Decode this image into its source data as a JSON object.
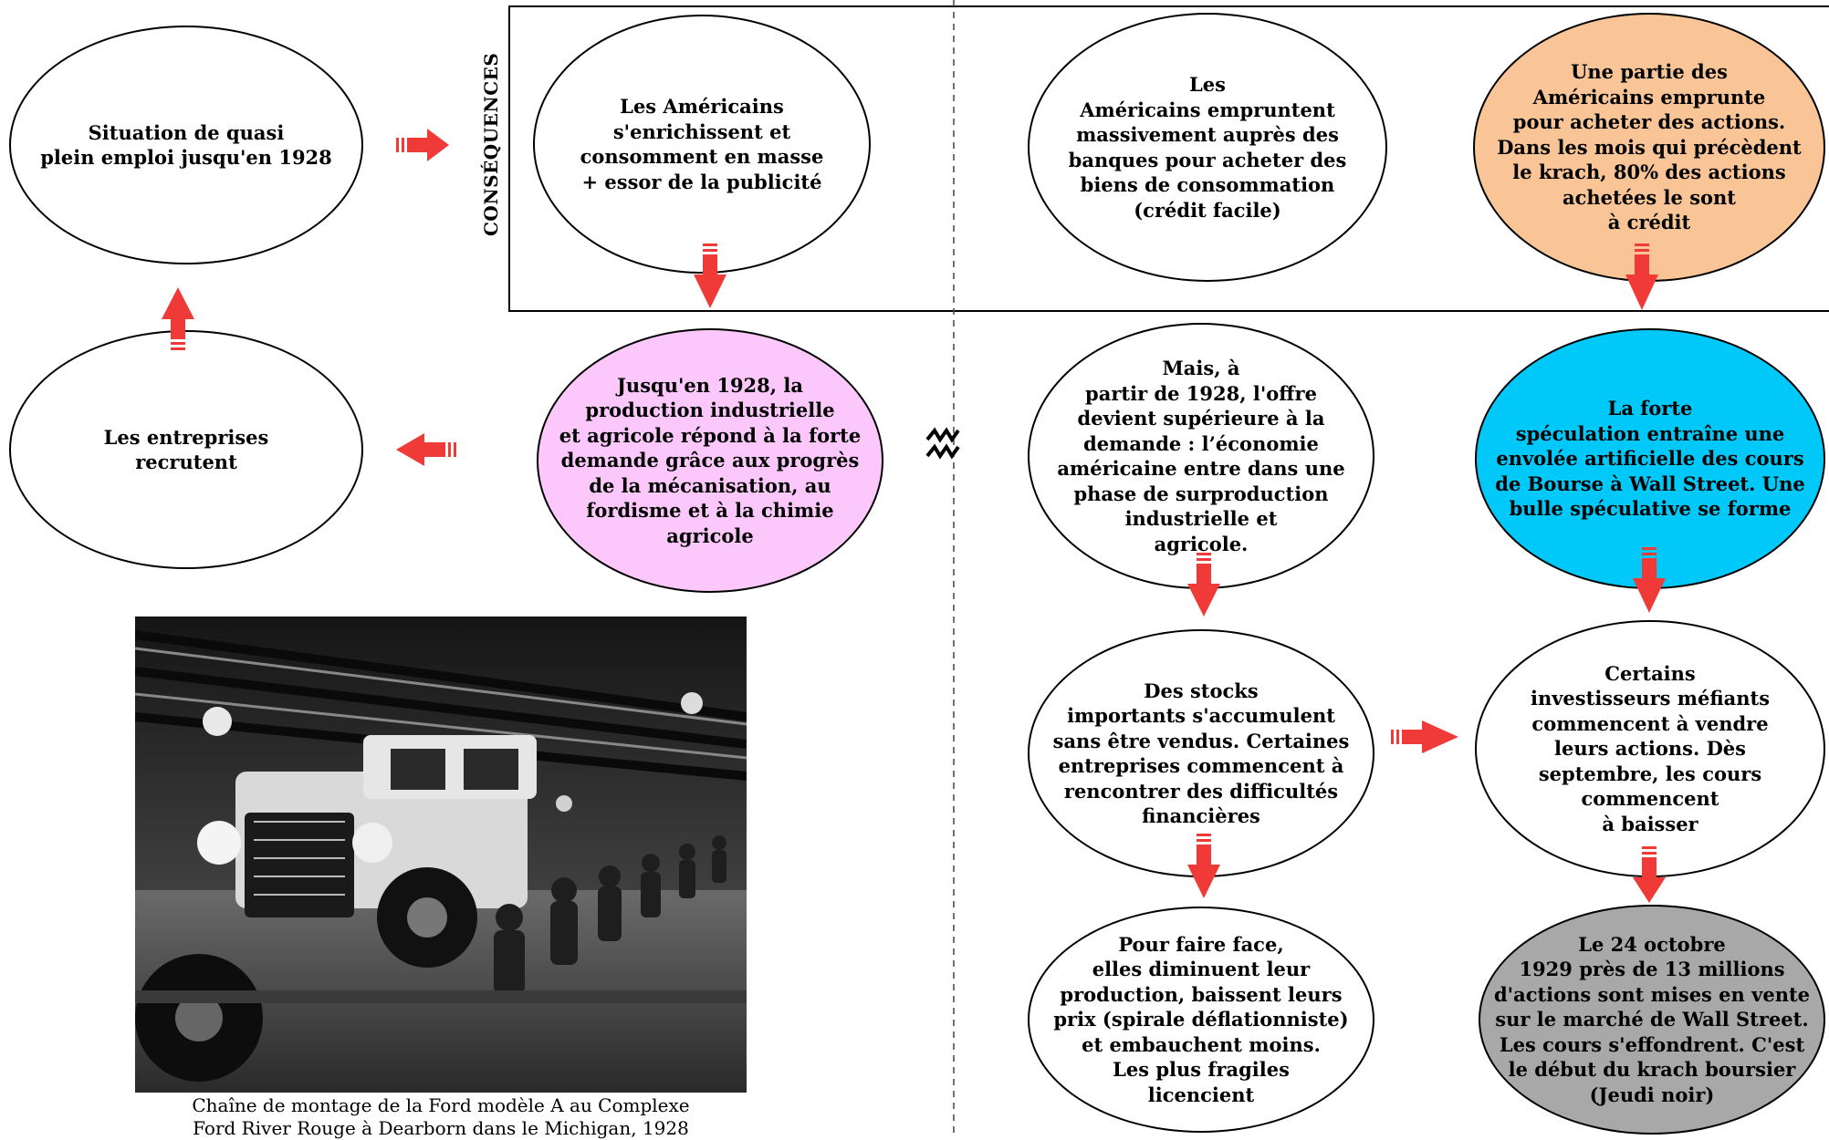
{
  "label_consequences": "CONSÉQUENCES",
  "colors": {
    "arrow": "#f03a37",
    "pink": "#fcc8fb",
    "orange": "#f9c597",
    "cyan": "#00c8f8",
    "gray": "#a8a8a8",
    "white": "#ffffff"
  },
  "nodes": {
    "plein_emploi": "Situation de quasi\nplein emploi jusqu'en 1928",
    "enrichissent": "Les Américains\ns'enrichissent  et\nconsomment en masse\n+ essor de la publicité",
    "empruntent_biens": "Les\nAméricains empruntent\nmassivement auprès des\nbanques pour acheter des\nbiens de consommation\n(crédit facile)",
    "empruntent_actions": "Une partie des\nAméricains emprunte\npour acheter des actions.\nDans les mois qui précèdent\nle krach, 80% des actions\nachetées le sont\nà crédit",
    "recrutent": "Les entreprises\nrecrutent",
    "production": "Jusqu'en 1928, la\nproduction industrielle\net agricole répond à la forte\ndemande grâce aux progrès\nde la mécanisation, au\nfordisme et à la chimie\nagricole",
    "surproduction": "Mais, à\npartir de 1928, l'offre\ndevient supérieure à la\ndemande : l’économie\naméricaine entre dans une\nphase de surproduction\nindustrielle et\nagricole.",
    "speculation": "La  forte\nspéculation entraîne une\nenvolée artificielle des cours\nde Bourse à Wall Street. Une\nbulle spéculative se forme",
    "stocks": "Des stocks\nimportants s'accumulent\nsans être vendus. Certaines\nentreprises commencent à\nrencontrer des difficultés\nfinancières",
    "vendre": "Certains\ninvestisseurs méfiants\ncommencent à vendre\nleurs actions. Dès\nseptembre, les cours\ncommencent\nà baisser",
    "faire_face": "Pour faire face,\nelles diminuent leur\nproduction, baissent leurs\nprix (spirale déflationniste)\net embauchent moins.\nLes plus fragiles\nlicencient",
    "krach": "Le 24 octobre\n1929 près de 13 millions\nd'actions sont mises en vente\nsur le marché de Wall Street.\nLes cours s'effondrent. C'est\nle début du krach boursier\n(Jeudi noir)"
  },
  "photo": {
    "caption": "Chaîne de montage de la Ford modèle A au Complexe\nFord River Rouge à Dearborn dans le Michigan, 1928"
  }
}
